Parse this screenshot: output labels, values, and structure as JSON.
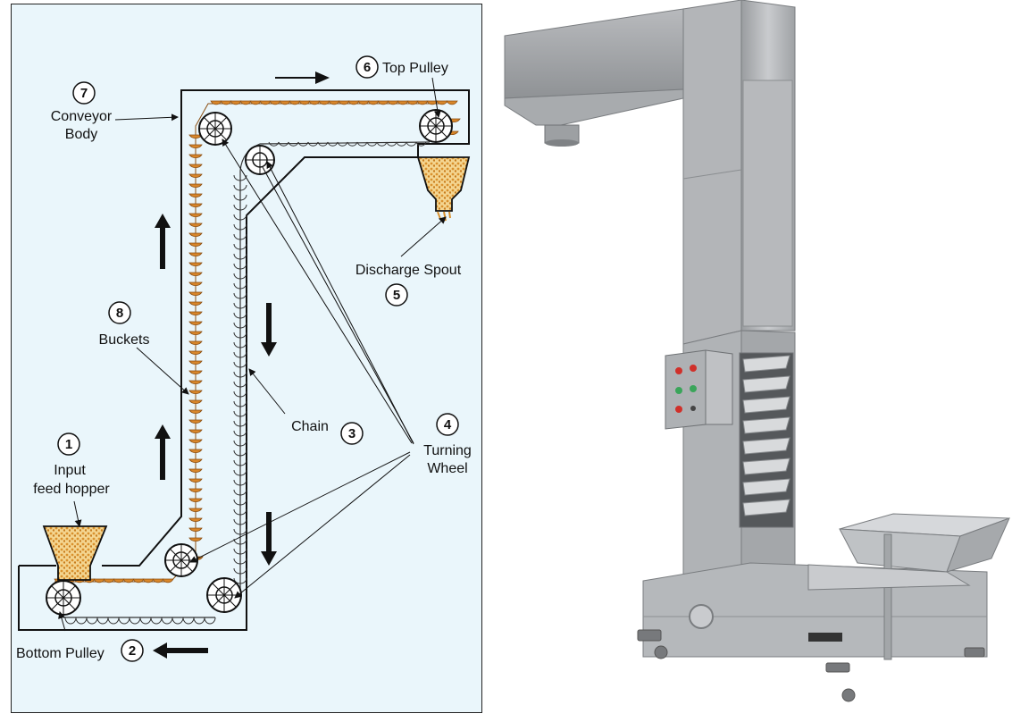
{
  "diagram": {
    "labels": {
      "top_pulley": "Top Pulley",
      "conveyor_body_line1": "Conveyor",
      "conveyor_body_line2": "Body",
      "discharge_spout": "Discharge Spout",
      "buckets": "Buckets",
      "chain": "Chain",
      "turning_wheel_line1": "Turning",
      "turning_wheel_line2": "Wheel",
      "input_line1": "Input",
      "input_line2": "feed hopper",
      "bottom_pulley": "Bottom Pulley"
    },
    "numbers": {
      "input_feed_hopper": "1",
      "bottom_pulley": "2",
      "chain": "3",
      "turning_wheel": "4",
      "discharge_spout": "5",
      "top_pulley": "6",
      "conveyor_body": "7",
      "buckets": "8"
    },
    "colors": {
      "background": "#eaf6fb",
      "bucket": "#d8862a",
      "bucket_stroke": "#8a4d10",
      "grain": "#e6a640",
      "outline": "#111111"
    }
  },
  "photo": {
    "colors": {
      "steel_light": "#c4c6c9",
      "steel_mid": "#a9abae",
      "steel_dark": "#86898c",
      "button_red": "#d0302a",
      "button_green": "#3aa55a"
    }
  }
}
